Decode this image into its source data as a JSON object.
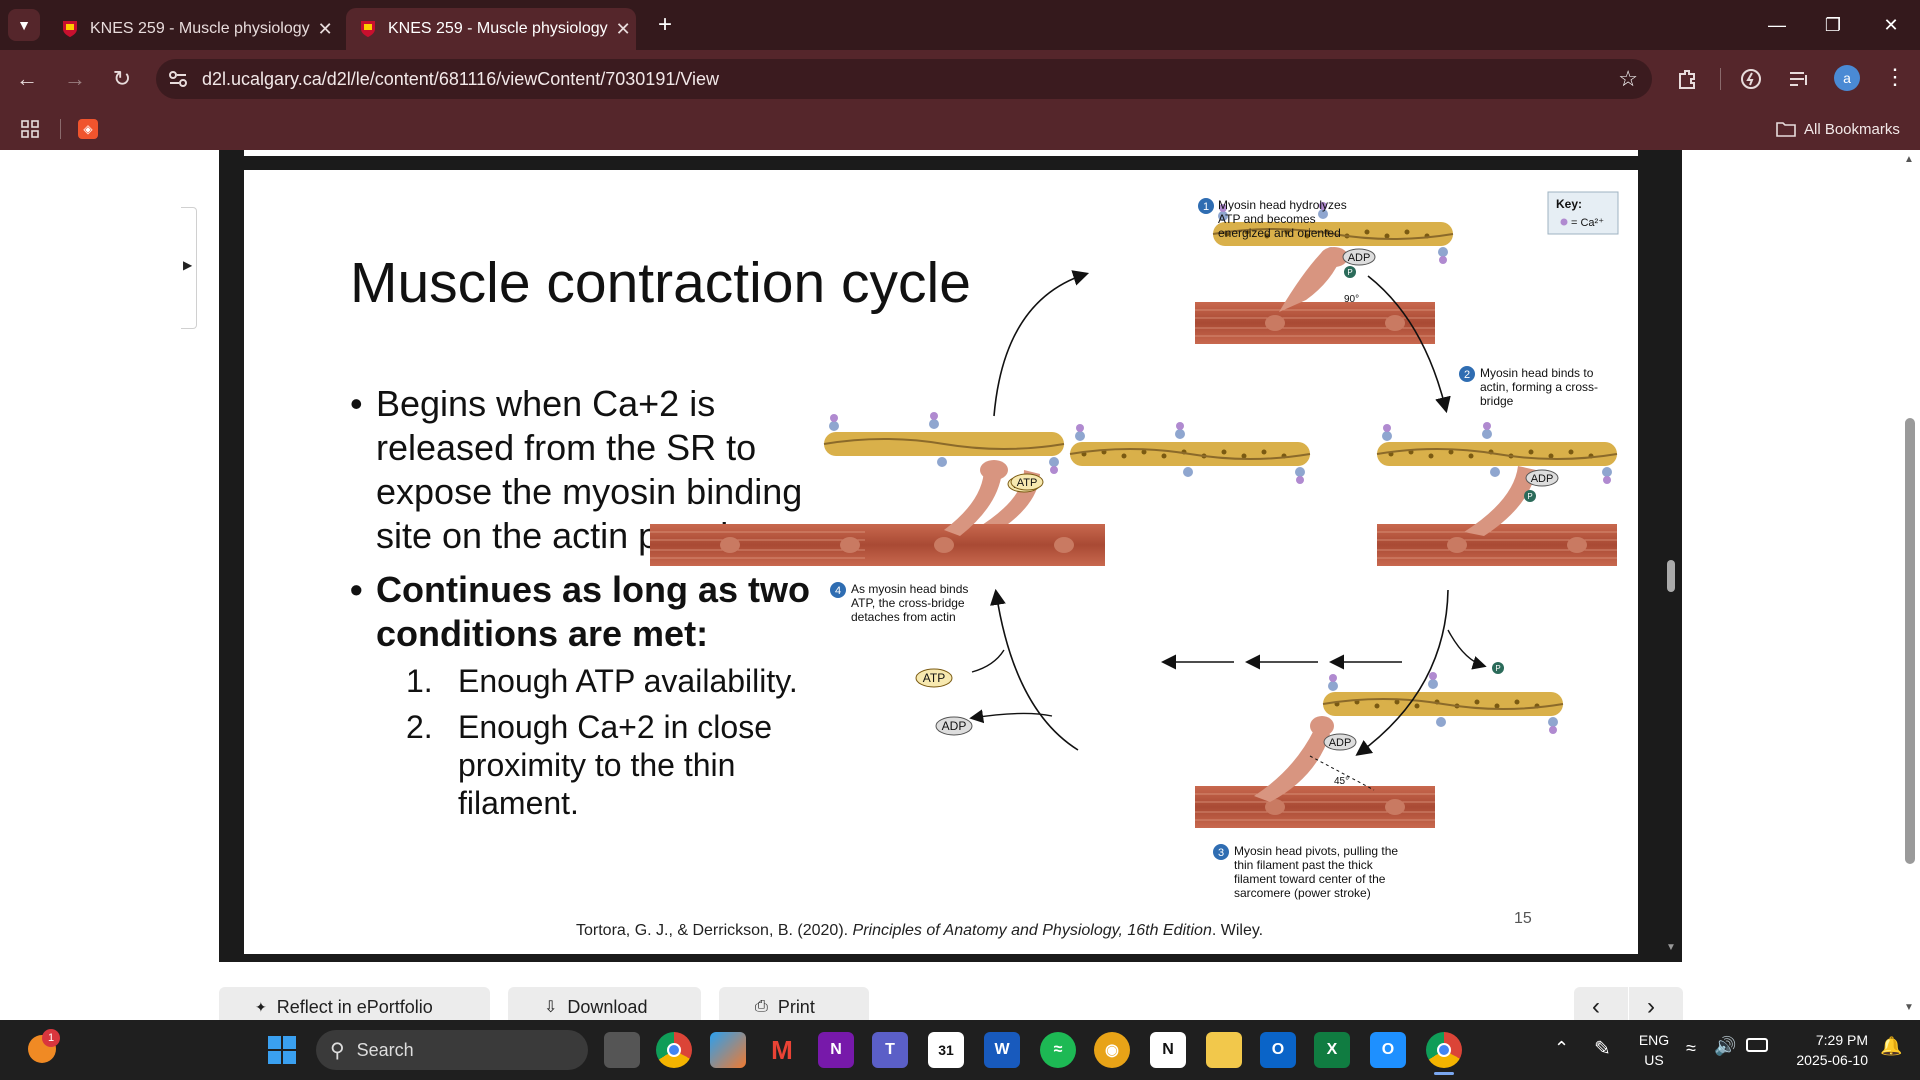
{
  "browser": {
    "tabs": [
      {
        "title": "KNES 259 - Muscle physiology"
      },
      {
        "title": "KNES 259 - Muscle physiology"
      }
    ],
    "new_tab_icon": "plus-icon",
    "url": "d2l.ucalgary.ca/d2l/le/content/681116/viewContent/7030191/View",
    "bookmarks_label": "All Bookmarks",
    "profile_initial": "a"
  },
  "slide": {
    "title": "Muscle contraction cycle",
    "bullets": [
      {
        "text": "Begins when Ca+2 is released from the SR to expose the myosin binding site on the actin proteins.",
        "bold": false
      },
      {
        "text": "Continues as long as two conditions are met:",
        "bold": true
      }
    ],
    "numbered": [
      {
        "num": "1.",
        "text": "Enough ATP availability."
      },
      {
        "num": "2.",
        "text": "Enough Ca+2 in close proximity to the thin filament."
      }
    ],
    "citation_plain": "Tortora, G. J., & Derrickson, B. (2020). ",
    "citation_italic": "Principles of Anatomy and Physiology, 16th Edition",
    "citation_end": ". Wiley.",
    "page_number": "15",
    "diagram": {
      "key_title": "Key:",
      "key_item": "= Ca²⁺",
      "step1_num": "1",
      "step1": "Myosin head hydrolyzes ATP and becomes energized and oriented",
      "step2_num": "2",
      "step2": "Myosin head binds to actin, forming a cross-bridge",
      "step3_num": "3",
      "step3": "Myosin head pivots, pulling the thin filament past the thick filament toward center of the sarcomere (power stroke)",
      "step4_num": "4",
      "step4": "As myosin head binds ATP, the cross-bridge detaches from actin",
      "adp": "ADP",
      "atp": "ATP",
      "p": "P",
      "angle90": "90°",
      "angle45": "45°"
    }
  },
  "actions": {
    "reflect": "Reflect in ePortfolio",
    "download": "Download",
    "print": "Print"
  },
  "taskbar": {
    "search_placeholder": "Search",
    "notification_count": "1",
    "lang_top": "ENG",
    "lang_bottom": "US",
    "time": "7:29 PM",
    "date": "2025-06-10",
    "calendar_day": "31"
  },
  "colors": {
    "titlebar": "#34191c",
    "toolbar": "#55262b",
    "actin": "#d9b04a",
    "muscle": "#b5573f",
    "myosin_head": "#d89580"
  }
}
